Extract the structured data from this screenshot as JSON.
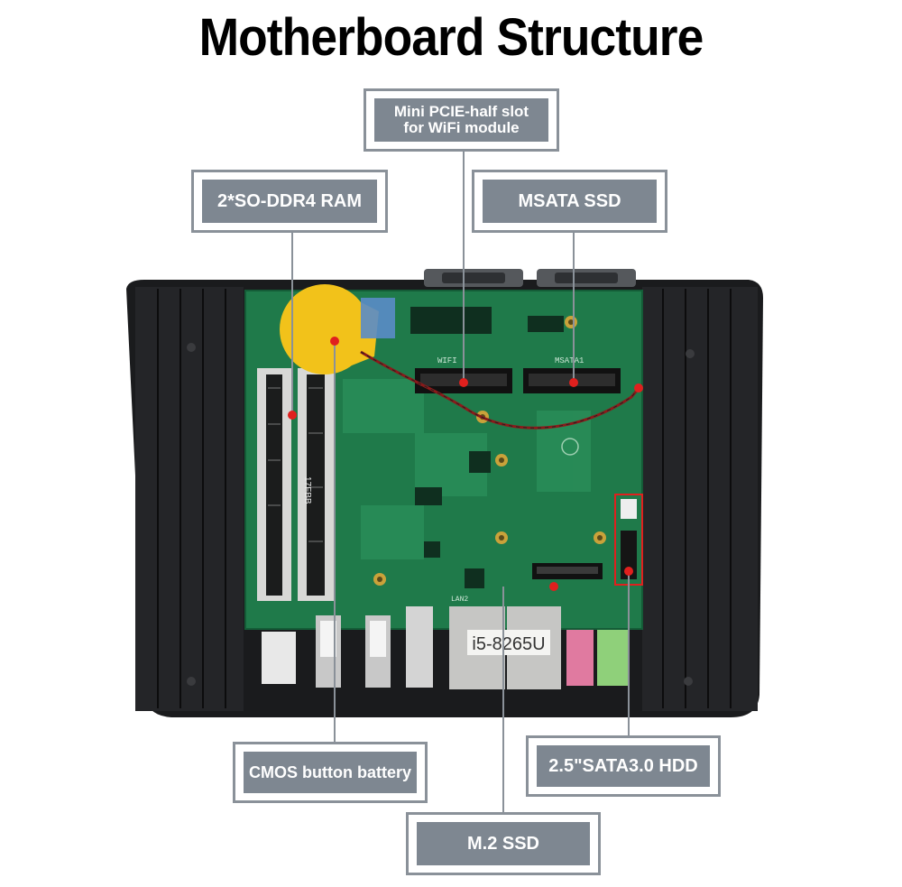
{
  "title": "Motherboard Structure",
  "callouts": {
    "mini_pcie": "Mini PCIE-half slot\nfor WiFi module",
    "ram": "2*SO-DDR4 RAM",
    "msata": "MSATA SSD",
    "cmos": "CMOS button battery",
    "sata": "2.5\"SATA3.0 HDD",
    "m2": "M.2 SSD"
  },
  "board": {
    "cpu_label": "i5-8265U",
    "ram_label": "17FBB",
    "slot_label_1": "WIFI",
    "slot_label_2": "MSATA1",
    "lan_label": "LAN2"
  },
  "colors": {
    "pcb": "#1f7a4a",
    "chassis": "#1a1b1d",
    "callout_fill": "#7e8791",
    "callout_border": "#8a9199",
    "marker": "#e0201e",
    "battery": "#f2c21a"
  }
}
